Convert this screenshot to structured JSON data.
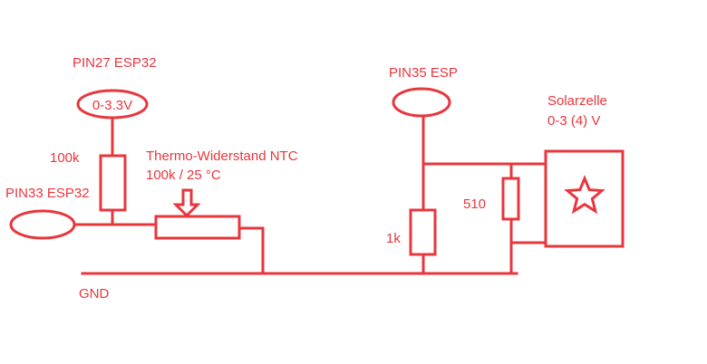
{
  "colors": {
    "ink": "#e8363d",
    "background": "#ffffff"
  },
  "labels": {
    "pin27": "PIN27 ESP32",
    "source_voltage": "0-3.3V",
    "r_100k": "100k",
    "pin33": "PIN33 ESP32",
    "ntc_line1": "Thermo-Widerstand NTC",
    "ntc_line2": "100k / 25 °C",
    "pin35": "PIN35 ESP",
    "solar_line1": "Solarzelle",
    "solar_line2": "0-3 (4) V",
    "r_510": "510",
    "r_1k": "1k",
    "gnd": "GND"
  },
  "icons": {
    "solar_cell_symbol": "star-icon",
    "ntc_wiper": "arrow-down-icon"
  }
}
